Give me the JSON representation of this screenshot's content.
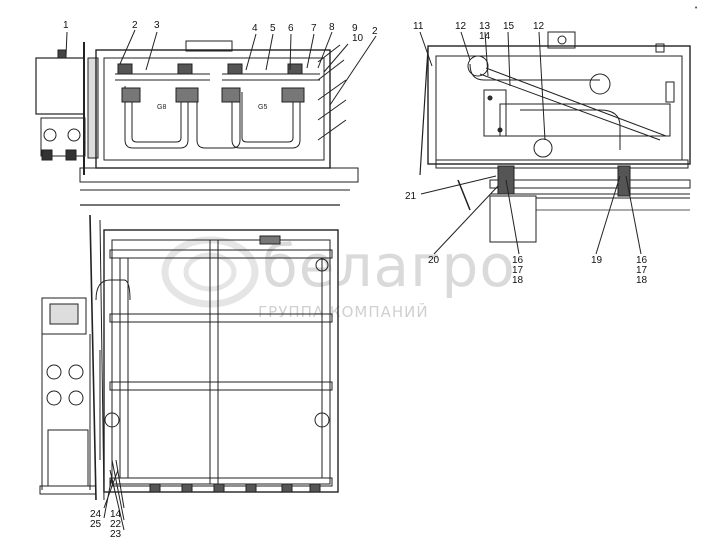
{
  "watermark": {
    "brand": "белагро",
    "subtitle": "ГРУППА КОМПАНИЙ"
  },
  "corner_mark": "•",
  "top_left_view": {
    "gauge_left": "G8",
    "gauge_right": "G5"
  },
  "callouts": {
    "c1": "1",
    "c2": "2",
    "c3": "3",
    "c4": "4",
    "c5": "5",
    "c6": "6",
    "c7": "7",
    "c8": "8",
    "c9": "9",
    "c10": "10",
    "c2b": "2",
    "c11": "11",
    "c12a": "12",
    "c13": "13",
    "c14a": "14",
    "c15": "15",
    "c12b": "12",
    "c21": "21",
    "c20": "20",
    "c16a": "16",
    "c17a": "17",
    "c18a": "18",
    "c19": "19",
    "c16b": "16",
    "c17b": "17",
    "c18b": "18",
    "c24": "24",
    "c25": "25",
    "c14b": "14",
    "c22": "22",
    "c23": "23"
  }
}
